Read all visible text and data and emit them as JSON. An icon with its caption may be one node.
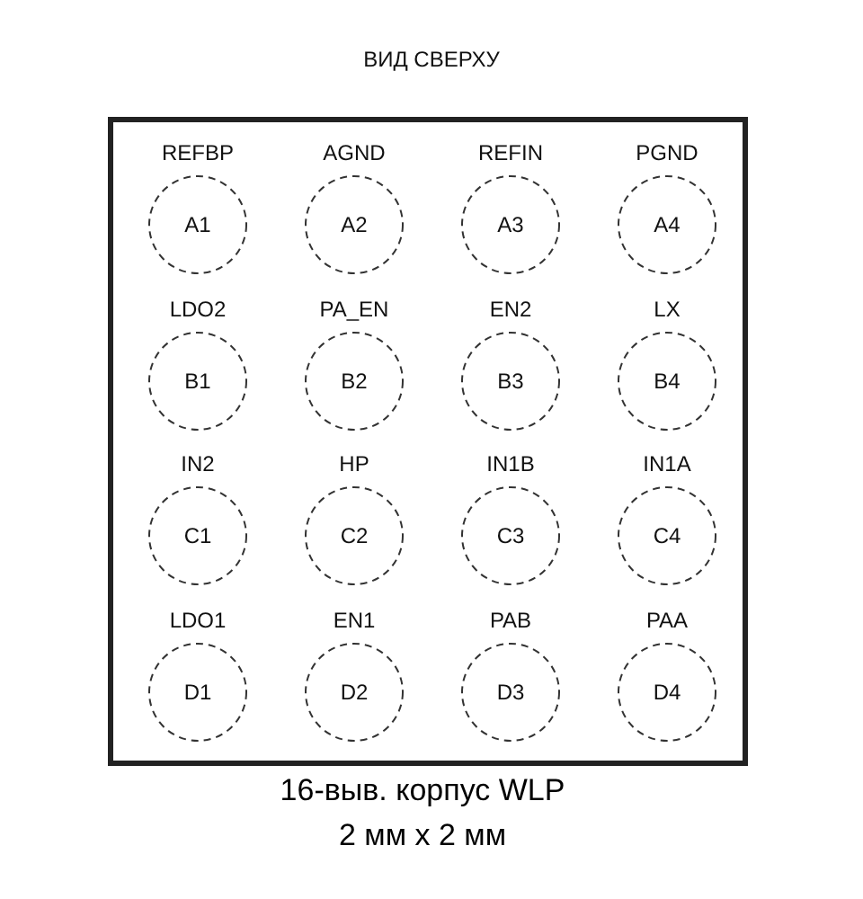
{
  "diagram": {
    "title": "ВИД СВЕРХУ",
    "caption": "16-выв. корпус WLP",
    "nodes": [
      {
        "text": [],
        "shape": "box"
      },
      {
        "text": [
          "A1"
        ],
        "beside": [
          "REFBP"
        ],
        "in": 0
      },
      {
        "text": [
          "A2"
        ],
        "beside": [
          "AGND"
        ],
        "in": 0
      },
      {
        "text": [
          "A3"
        ],
        "beside": [
          "REFIN"
        ],
        "in": 0
      },
      {
        "text": [
          "A4"
        ],
        "beside": [
          "PGND"
        ],
        "in": 0
      },
      {
        "text": [
          "B1"
        ],
        "beside": [
          "LDO2"
        ],
        "in": 0
      },
      {
        "text": [
          "B2"
        ],
        "beside": [
          "PA_EN"
        ],
        "in": 0
      },
      {
        "text": [
          "B3"
        ],
        "beside": [
          "EN2"
        ],
        "in": 0
      },
      {
        "text": [
          "B4"
        ],
        "beside": [
          "LX"
        ],
        "in": 0
      },
      {
        "text": [
          "C1"
        ],
        "beside": [
          "IN2"
        ],
        "in": 0
      },
      {
        "text": [
          "C2"
        ],
        "beside": [
          "HP"
        ],
        "in": 0
      },
      {
        "text": [
          "C3"
        ],
        "beside": [
          "IN1B"
        ],
        "in": 0
      },
      {
        "text": [
          "C4"
        ],
        "beside": [
          "IN1A"
        ],
        "in": 0
      },
      {
        "text": [
          "D1"
        ],
        "beside": [
          "LDO1"
        ],
        "in": 0
      },
      {
        "text": [
          "D2"
        ],
        "beside": [
          "EN1"
        ],
        "in": 0
      },
      {
        "text": [
          "D3"
        ],
        "beside": [
          "PAB"
        ],
        "in": 0
      },
      {
        "text": [
          "D4"
        ],
        "beside": [
          "PAA"
        ],
        "in": 0
      }
    ],
    "labels": [
      "2 мм x 2 мм"
    ]
  }
}
